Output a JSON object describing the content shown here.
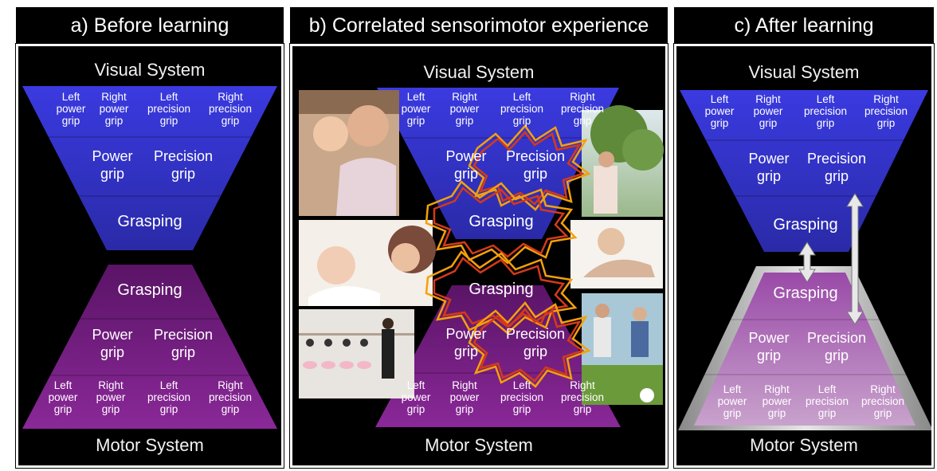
{
  "headers": {
    "a": "a) Before learning",
    "b": "b) Correlated sensorimotor experience",
    "c": "c)  After learning"
  },
  "systems": {
    "visual": "Visual System",
    "motor": "Motor System"
  },
  "levels": {
    "specific": [
      "Left\npower\ngrip",
      "Right\npower\ngrip",
      "Left\nprecision\ngrip",
      "Right\nprecision\ngrip"
    ],
    "power": "Power\ngrip",
    "precision": "Precision\ngrip",
    "grasping": "Grasping"
  },
  "colors": {
    "visual": "#3b3bd4",
    "motor": "#7a1c8c",
    "motor_light": "#b07ab8",
    "highlight_star": "#f5a00a",
    "background": "#000000"
  }
}
